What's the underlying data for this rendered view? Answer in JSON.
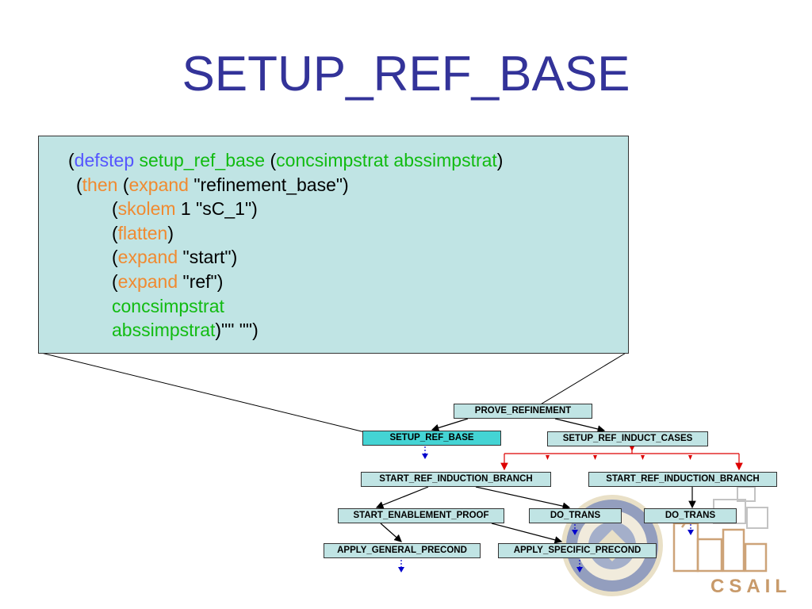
{
  "title": "SETUP_REF_BASE",
  "code": {
    "l1": {
      "p1": "(",
      "k1": "defstep",
      "s1": " ",
      "k2": "setup_ref_base",
      "s2": " (",
      "k3": "concsimpstrat abssimpstrat",
      "s3": ")"
    },
    "l2": {
      "p1": "(",
      "k1": "then",
      "s1": " (",
      "k2": "expand",
      "s2": " \"refinement_base\")"
    },
    "l3": {
      "p1": "(",
      "k1": "skolem",
      "s1": " 1 \"sC_1\")"
    },
    "l4": {
      "p1": "(",
      "k1": "flatten",
      "s1": ")"
    },
    "l5": {
      "p1": "(",
      "k1": "expand",
      "s1": " \"start\")"
    },
    "l6": {
      "p1": "(",
      "k1": "expand",
      "s1": " \"ref\")"
    },
    "l7": {
      "k1": "concsimpstrat"
    },
    "l8": {
      "k1": "abssimpstrat",
      "s1": ")\"\" \"\")"
    }
  },
  "tree": {
    "prove_refinement": "PROVE_REFINEMENT",
    "setup_ref_base": "SETUP_REF_BASE",
    "setup_ref_induct_cases": "SETUP_REF_INDUCT_CASES",
    "start_ref_induction_branch_1": "START_REF_INDUCTION_BRANCH",
    "start_ref_induction_branch_2": "START_REF_INDUCTION_BRANCH",
    "start_enablement_proof": "START_ENABLEMENT_PROOF",
    "do_trans_1": "DO_TRANS",
    "do_trans_2": "DO_TRANS",
    "apply_general_precond": "APPLY_GENERAL_PRECOND",
    "apply_specific_precond": "APPLY_SPECIFIC_PRECOND"
  },
  "logos": {
    "csail": "CSAIL",
    "seal_icon": "afrl-seal-icon",
    "csail_icon": "csail-building-icon"
  },
  "colors": {
    "title": "#333399",
    "box_fill": "#c0e4e4",
    "active_node": "#44d4d4",
    "keyword_blue": "#5555ff",
    "keyword_green": "#11bb11",
    "keyword_orange": "#f08a30",
    "arrow_red": "#dd0000",
    "arrow_blue": "#0000cc"
  }
}
